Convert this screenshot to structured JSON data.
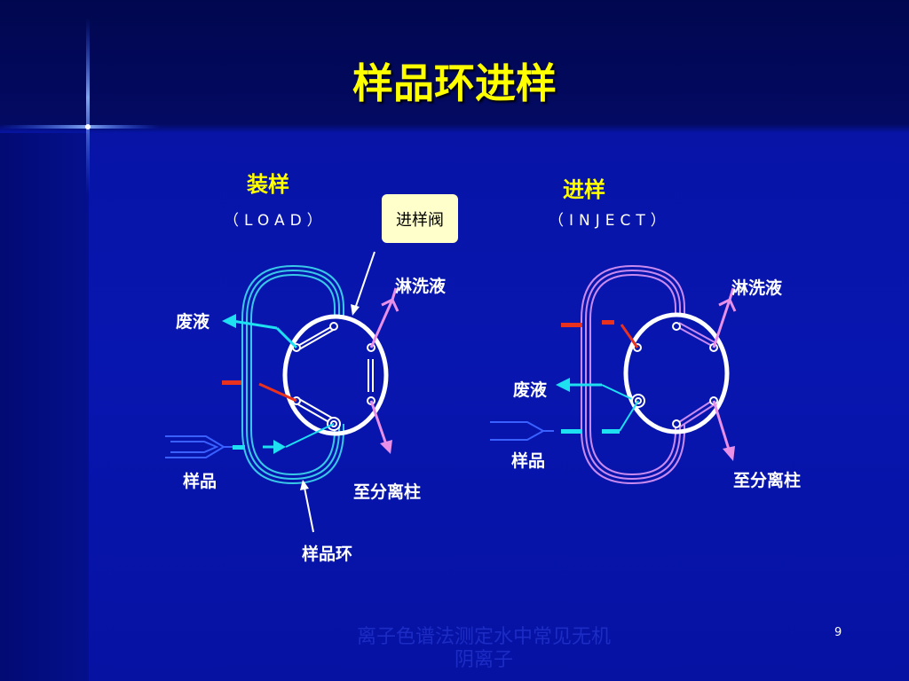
{
  "slide": {
    "title": "样品环进样",
    "page_number": "9",
    "footer": "离子色谱法测定水中常见无机阴离子"
  },
  "load_panel": {
    "heading": "装样",
    "mode": "（LOAD）",
    "labels": {
      "waste": "废液",
      "eluent": "淋洗液",
      "sample": "样品",
      "to_column": "至分离柱",
      "sample_loop": "样品环"
    }
  },
  "inject_panel": {
    "heading": "进样",
    "mode": "（INJECT）",
    "labels": {
      "waste": "废液",
      "eluent": "淋洗液",
      "sample": "样品",
      "to_column": "至分离柱"
    }
  },
  "callout": {
    "label": "进样阀"
  },
  "colors": {
    "background": "#0816b0",
    "title": "#ffff00",
    "loop_load": "#39c8e8",
    "loop_inject": "#c98af0",
    "eluent_line": "#e890e8",
    "sample_line": "#1ee0f0",
    "waste_red": "#e8321e"
  }
}
